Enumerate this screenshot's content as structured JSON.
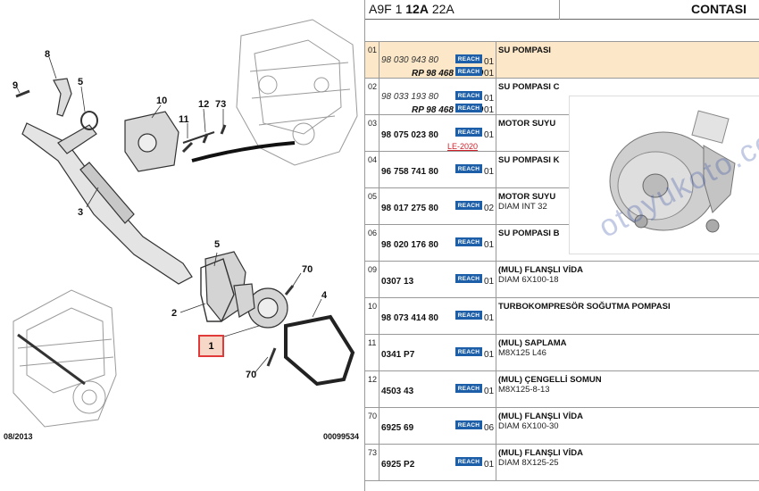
{
  "header": {
    "code_prefix": "A9F 1",
    "code_bold": "12A",
    "code_suffix": "22A",
    "title": "CONTASI"
  },
  "diagram": {
    "date": "08/2013",
    "image_code": "00099534",
    "callouts": [
      "9",
      "8",
      "5",
      "10",
      "12",
      "73",
      "11",
      "3",
      "5",
      "70",
      "4",
      "2",
      "1",
      "70"
    ]
  },
  "watermark": "otoyukoto.com",
  "parts": [
    {
      "index": "01",
      "ref": "98 030 943 80",
      "ref_style": "italic",
      "ref2": "RP 98 468 823 80",
      "qty": "01",
      "qty2": "01",
      "desc": "SU POMPASI",
      "desc2": "",
      "badge": "REACH",
      "second_badge": true,
      "highlight": true
    },
    {
      "index": "02",
      "ref": "98 033 193 80",
      "ref_style": "italic",
      "ref2": "RP 98 468 826 80",
      "qty": "01",
      "qty2": "01",
      "desc": "SU POMPASI C",
      "desc2": "",
      "badge": "REACH",
      "second_badge": true,
      "highlight": false
    },
    {
      "index": "03",
      "ref": "98 075 023 80",
      "ref_style": "bold",
      "ref2": "",
      "qty": "01",
      "qty2": "",
      "desc": "MOTOR SUYU",
      "desc2": "",
      "badge": "REACH",
      "second_badge": false,
      "note": "LE-2020",
      "highlight": false
    },
    {
      "index": "04",
      "ref": "96 758 741 80",
      "ref_style": "bold",
      "ref2": "",
      "qty": "01",
      "qty2": "",
      "desc": "SU POMPASI K",
      "desc2": "",
      "badge": "REACH",
      "second_badge": false,
      "highlight": false
    },
    {
      "index": "05",
      "ref": "98 017 275 80",
      "ref_style": "bold",
      "ref2": "",
      "qty": "02",
      "qty2": "",
      "desc": "MOTOR SUYU",
      "desc2": "DIAM INT 32",
      "badge": "REACH",
      "second_badge": false,
      "highlight": false
    },
    {
      "index": "06",
      "ref": "98 020 176 80",
      "ref_style": "bold",
      "ref2": "",
      "qty": "01",
      "qty2": "",
      "desc": "SU POMPASI B",
      "desc2": "",
      "badge": "REACH",
      "second_badge": false,
      "highlight": false
    },
    {
      "index": "09",
      "ref": "0307 13",
      "ref_style": "bold",
      "ref2": "",
      "qty": "01",
      "qty2": "",
      "desc": "(MUL) FLANŞLI VİDA",
      "desc2": "DIAM 6X100-18",
      "badge": "REACH",
      "second_badge": false,
      "highlight": false
    },
    {
      "index": "10",
      "ref": "98 073 414 80",
      "ref_style": "bold",
      "ref2": "",
      "qty": "01",
      "qty2": "",
      "desc": "TURBOKOMPRESÖR SOĞUTMA POMPASI",
      "desc2": "",
      "badge": "REACH",
      "second_badge": false,
      "highlight": false
    },
    {
      "index": "11",
      "ref": "0341 P7",
      "ref_style": "bold",
      "ref2": "",
      "qty": "01",
      "qty2": "",
      "desc": "(MUL) SAPLAMA",
      "desc2": "M8X125 L46",
      "badge": "REACH",
      "second_badge": false,
      "highlight": false
    },
    {
      "index": "12",
      "ref": "4503 43",
      "ref_style": "bold",
      "ref2": "",
      "qty": "01",
      "qty2": "",
      "desc": "(MUL) ÇENGELLİ SOMUN",
      "desc2": "M8X125-8-13",
      "badge": "REACH",
      "second_badge": false,
      "highlight": false
    },
    {
      "index": "70",
      "ref": "6925 69",
      "ref_style": "bold",
      "ref2": "",
      "qty": "06",
      "qty2": "",
      "desc": "(MUL) FLANŞLI VİDA",
      "desc2": "DIAM 6X100-30",
      "badge": "REACH",
      "second_badge": false,
      "highlight": false
    },
    {
      "index": "73",
      "ref": "6925 P2",
      "ref_style": "bold",
      "ref2": "",
      "qty": "01",
      "qty2": "",
      "desc": "(MUL) FLANŞLI VİDA",
      "desc2": "DIAM 8X125-25",
      "badge": "REACH",
      "second_badge": false,
      "highlight": false
    }
  ],
  "colors": {
    "highlight": "#fce7c8",
    "badge": "#1c5fa8",
    "callout_border": "#e03a3a",
    "note": "#d0202a"
  }
}
